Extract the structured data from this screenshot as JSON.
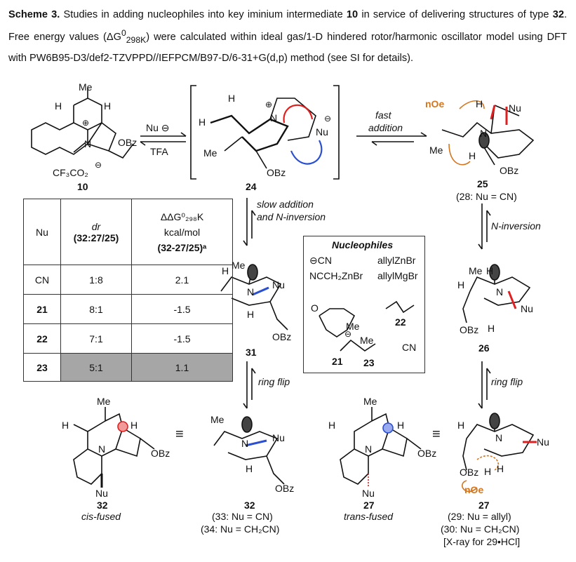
{
  "caption": {
    "label": "Scheme 3.",
    "text1": "Studies in adding nucleophiles into key iminium intermediate",
    "cmpd10": "10",
    "text2": "in service of delivering structures of type",
    "cmpd32": "32",
    "text3": ". Free energy values (ΔG",
    "sup": "0",
    "sub": "298K",
    "text4": ") were calculated within ideal gas/1-D hindered rotor/harmonic oscillator model using DFT with PW6B95-D3/def2-TZVPPD//IEFPCM/B97-D/6-31+G(d,p) method (see SI for details)."
  },
  "compounds": {
    "c10": {
      "label": "10",
      "me": "Me",
      "h1": "H",
      "h2": "H",
      "n": "N",
      "plus": "⊕",
      "obz": "OBz",
      "counterion": "CF₃CO₂",
      "minus": "⊖"
    },
    "c24": {
      "label": "24",
      "h1": "H",
      "h2": "H",
      "me": "Me",
      "n": "N",
      "plus": "⊕",
      "nu": "Nu",
      "minus": "⊖",
      "obz": "OBz"
    },
    "c25": {
      "label": "25",
      "note": "(28: Nu = CN)",
      "noe": "nOe",
      "h1": "H",
      "h2": "H",
      "nu": "Nu",
      "me": "Me",
      "n": "N",
      "obz": "OBz"
    },
    "c31": {
      "label": "31",
      "me": "Me",
      "h1": "H",
      "h2": "H",
      "n": "N",
      "nu": "Nu",
      "obz": "OBz"
    },
    "c26": {
      "label": "26",
      "me": "Me",
      "h1": "H",
      "h2": "H",
      "h3": "H",
      "n": "N",
      "nu": "Nu",
      "obz": "OBz"
    },
    "c32a": {
      "label": "32",
      "desc": "cis-fused",
      "me": "Me",
      "h1": "H",
      "h2": "H",
      "n": "N",
      "nu": "Nu",
      "obz": "OBz"
    },
    "c32b": {
      "label": "32",
      "note1": "(33: Nu = CN)",
      "note2": "(34: Nu = CH₂CN)",
      "me": "Me",
      "h": "H",
      "n": "N",
      "nu": "Nu",
      "obz": "OBz"
    },
    "c27a": {
      "label": "27",
      "desc": "trans-fused",
      "me": "Me",
      "h1": "H",
      "h2": "H",
      "n": "N",
      "nu": "Nu",
      "obz": "OBz"
    },
    "c27b": {
      "label": "27",
      "note1": "(29: Nu = allyl)",
      "note2": "(30: Nu = CH₂CN)",
      "note3": "[X-ray for 29•HCl]",
      "noe": "nOe",
      "h1": "H",
      "h2": "H",
      "h3": "H",
      "n": "N",
      "nu": "Nu",
      "obz": "OBz"
    }
  },
  "arrows": {
    "a1_top": "Nu ⊖",
    "a1_bottom": "TFA",
    "a2_top1": "fast",
    "a2_top2": "addition",
    "a3_1": "slow addition",
    "a3_2": "and N-inversion",
    "a4": "N-inversion",
    "a5": "ring flip",
    "a6": "ring flip",
    "equiv": "≡"
  },
  "table": {
    "headers": {
      "nu": "Nu",
      "dr": "dr",
      "dr_sub": "(32:27/25)",
      "ddg": "ΔΔG⁰₂₉₈K",
      "ddg_unit": "kcal/mol",
      "ddg_sub": "(32-27/25)ᵃ"
    },
    "rows": [
      {
        "nu": "CN",
        "dr": "1:8",
        "ddg": "2.1"
      },
      {
        "nu": "21",
        "dr": "8:1",
        "ddg": "-1.5"
      },
      {
        "nu": "22",
        "dr": "7:1",
        "ddg": "-1.5"
      },
      {
        "nu": "23",
        "dr": "5:1",
        "ddg": "1.1"
      }
    ]
  },
  "nucleophiles": {
    "title": "Nucleophiles",
    "items": [
      "⊖CN",
      "allylZnBr",
      "NCCH₂ZnBr",
      "allylMgBr"
    ],
    "c21": "21",
    "c22": "22",
    "c23": "23",
    "me1": "Me",
    "me2": "Me",
    "cn": "CN",
    "o": "O",
    "minus": "⊖"
  },
  "colors": {
    "red": "#e02020",
    "blue": "#2a4fd0",
    "orange": "#d4761f",
    "shade": "#a6a6a6"
  }
}
